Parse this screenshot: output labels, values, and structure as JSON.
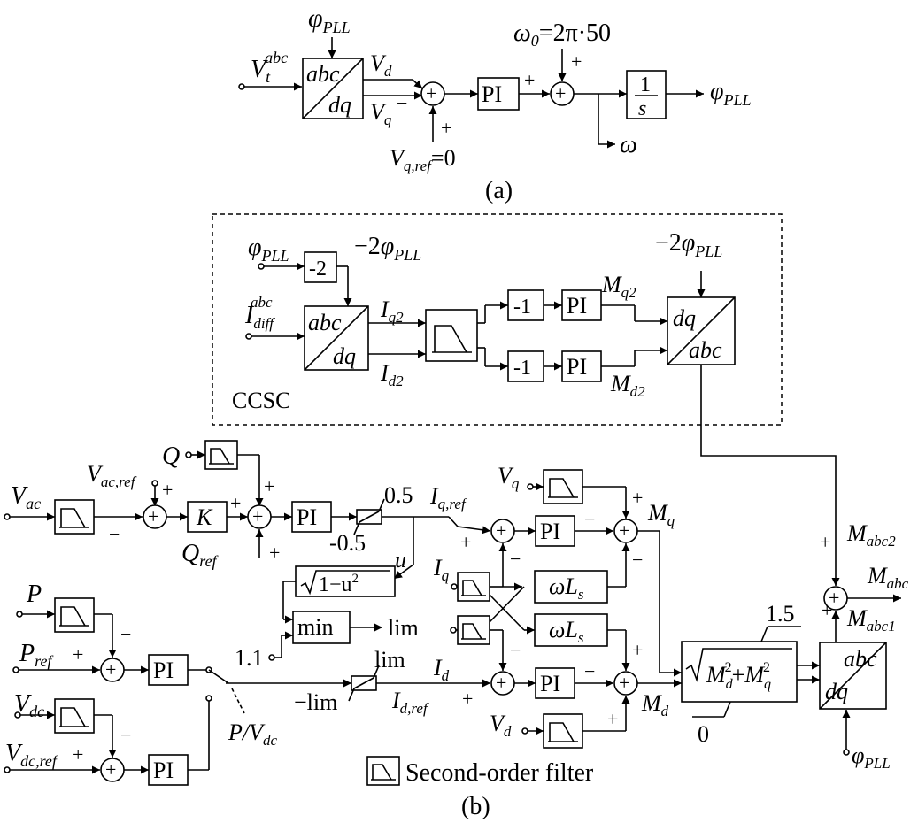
{
  "part_a": {
    "caption": "(a)",
    "input": {
      "base": "V",
      "sub": "t",
      "sup": "abc"
    },
    "phi_in": {
      "base": "φ",
      "sub": "PLL"
    },
    "transform": {
      "top": "abc",
      "bottom": "dq"
    },
    "vd": {
      "base": "V",
      "sub": "d"
    },
    "vq": {
      "base": "V",
      "sub": "q"
    },
    "vq_ref": {
      "base": "V",
      "sub": "q,ref",
      "tail": "=0"
    },
    "omega0": {
      "base": "ω",
      "sub": "0",
      "tail": "=2π·50"
    },
    "pi": "PI",
    "integrator": {
      "num": "1",
      "den": "s"
    },
    "phi_out": {
      "base": "φ",
      "sub": "PLL"
    },
    "omega": "ω",
    "signs": {
      "minus": "−",
      "plus": "+"
    }
  },
  "ccsc": {
    "label": "CCSC",
    "phi_in": {
      "base": "φ",
      "sub": "PLL"
    },
    "gain_neg2": "-2",
    "neg2phi": {
      "pre": "−2",
      "base": "φ",
      "sub": "PLL"
    },
    "neg2phi_right": {
      "pre": "−2",
      "base": "φ",
      "sub": "PLL"
    },
    "input": {
      "base": "I",
      "sub": "diff",
      "sup": "abc"
    },
    "transform": {
      "top": "abc",
      "bottom": "dq"
    },
    "iq2": {
      "base": "I",
      "sub": "q2"
    },
    "id2": {
      "base": "I",
      "sub": "d2"
    },
    "gain_neg1": "-1",
    "pi": "PI",
    "mq2": {
      "base": "M",
      "sub": "q2"
    },
    "md2": {
      "base": "M",
      "sub": "d2"
    },
    "inv_transform": {
      "top": "dq",
      "bottom": "abc"
    }
  },
  "part_b": {
    "caption": "(b)",
    "legend": "Second-order filter",
    "q": "Q",
    "q_ref": {
      "base": "Q",
      "sub": "ref"
    },
    "vac": {
      "base": "V",
      "sub": "ac"
    },
    "vac_ref": {
      "base": "V",
      "sub": "ac,ref"
    },
    "k": "K",
    "pi": "PI",
    "lim_hi": "0.5",
    "lim_lo": "-0.5",
    "iq_ref": {
      "base": "I",
      "sub": "q,ref"
    },
    "u": "u",
    "sqrt_expr": "1−u",
    "sqrt_sup": "2",
    "min": "min",
    "const_11": "1.1",
    "lim": "lim",
    "p": "P",
    "p_ref": {
      "base": "P",
      "sub": "ref"
    },
    "vdc": {
      "base": "V",
      "sub": "dc"
    },
    "vdc_ref": {
      "base": "V",
      "sub": "dc,ref"
    },
    "switch_label": "P/V",
    "switch_sub": "dc",
    "id_lim_hi": "lim",
    "id_lim_lo": "−lim",
    "id_ref": {
      "base": "I",
      "sub": "d,ref"
    },
    "vq": {
      "base": "V",
      "sub": "q"
    },
    "iq": {
      "base": "I",
      "sub": "q"
    },
    "id": {
      "base": "I",
      "sub": "d"
    },
    "vd": {
      "base": "V",
      "sub": "d"
    },
    "omega_ls": {
      "base": "ωL",
      "sub": "s"
    },
    "mq": {
      "base": "M",
      "sub": "q"
    },
    "md": {
      "base": "M",
      "sub": "d"
    },
    "mag_limit_hi": "1.5",
    "mag_limit_lo": "0",
    "mag_expr": {
      "m": "M",
      "d": "d",
      "q": "q",
      "sq": "2",
      "plus": "+"
    },
    "transform": {
      "top": "abc",
      "bottom": "dq"
    },
    "phi_in": {
      "base": "φ",
      "sub": "PLL"
    },
    "mabc1": {
      "base": "M",
      "sub": "abc1"
    },
    "mabc2": {
      "base": "M",
      "sub": "abc2"
    },
    "mabc": {
      "base": "M",
      "sub": "abc"
    },
    "signs": {
      "minus": "−",
      "plus": "+"
    }
  }
}
